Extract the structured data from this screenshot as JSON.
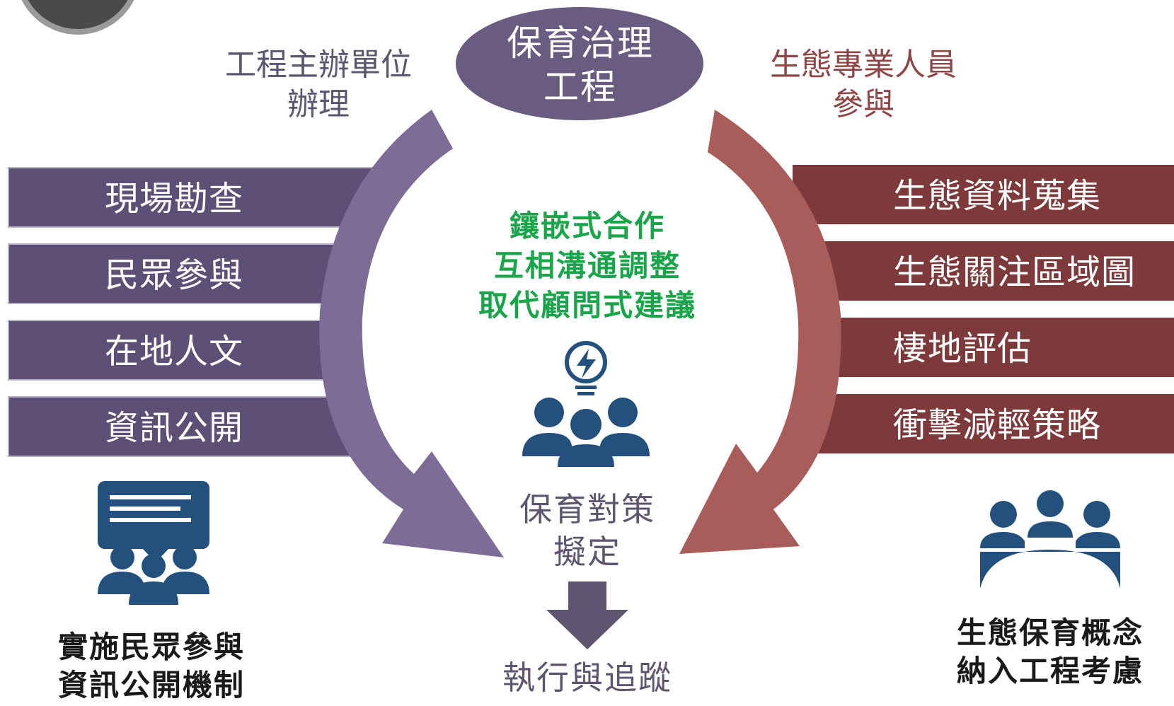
{
  "center": {
    "line1": "保育治理",
    "line2": "工程"
  },
  "left_header": {
    "line1": "工程主辦單位",
    "line2": "辦理"
  },
  "right_header": {
    "line1": "生態專業人員",
    "line2": "參與"
  },
  "left_items": [
    "現場勘查",
    "民眾參與",
    "在地人文",
    "資訊公開"
  ],
  "right_items": [
    "生態資料蒐集",
    "生態關注區域圖",
    "棲地評估",
    "衝擊減輕策略"
  ],
  "middle": {
    "green_lines": [
      "鑲嵌式合作",
      "互相溝通調整",
      "取代顧問式建議"
    ],
    "strategy_line1": "保育對策",
    "strategy_line2": "擬定",
    "execution": "執行與追蹤"
  },
  "left_footer": {
    "line1": "實施民眾參與",
    "line2": "資訊公開機制"
  },
  "right_footer": {
    "line1": "生態保育概念",
    "line2": "納入工程考慮"
  },
  "icons": [
    "speech-bubble-people-icon",
    "lightbulb-team-icon",
    "meeting-table-people-icon"
  ],
  "colors": {
    "purple": "#5e4f76",
    "arrow_purple": "#7d6d96",
    "red": "#7e3a3b",
    "arrow_red": "#a85d5b",
    "icon_blue": "#23507d",
    "green": "#1aa54a"
  }
}
